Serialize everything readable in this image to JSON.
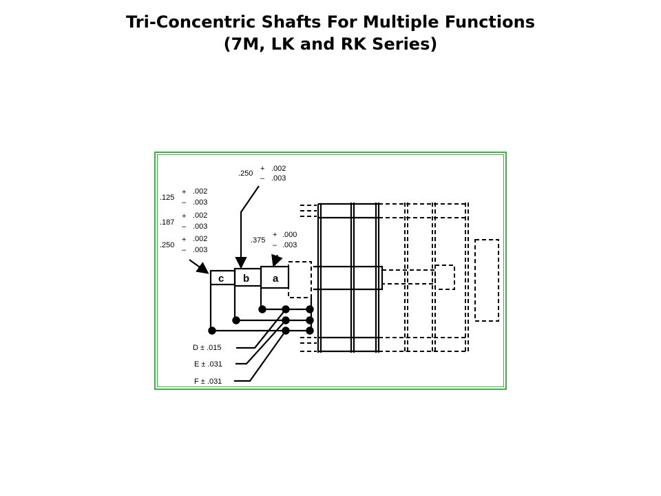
{
  "slide": {
    "title_line1": "Tri-Concentric Shafts For Multiple Functions",
    "title_line2": "(7M, LK and RK Series)"
  },
  "diagram": {
    "shaft_labels": {
      "c": "c",
      "b": "b",
      "a": "a"
    },
    "diameter_c": {
      "nominal": ".125",
      "plus": ".002",
      "minus": ".003"
    },
    "diameter_187": {
      "nominal": ".187",
      "plus": ".002",
      "minus": ".003"
    },
    "diameter_250_left": {
      "nominal": ".250",
      "plus": ".002",
      "minus": ".003"
    },
    "diameter_b": {
      "nominal": ".250",
      "plus": ".002",
      "minus": ".003"
    },
    "diameter_a": {
      "nominal": ".375",
      "plus": ".000",
      "minus": ".003"
    },
    "lengths": [
      {
        "label": "D",
        "tol": "± .015"
      },
      {
        "label": "E",
        "tol": "± .031"
      },
      {
        "label": "F",
        "tol": "± .031"
      }
    ],
    "plus_sign": "+",
    "minus_sign": "–",
    "frame_color": "#3cb043"
  }
}
